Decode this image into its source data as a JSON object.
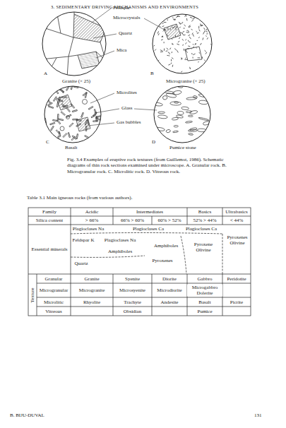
{
  "diagram": {
    "title": "3. SEDIMENTARY DRIVING MECHANISMS AND ENVIRONMENTS",
    "caption": "Fig. 3.4 Examples of eruptive rock textures (from Guillemot, 1986). Schematic diagrams of thin rock sections examined under microscope. A. Granular rock. B. Microgranular rock. C. Microlitic rock. D. Vitreous rock.",
    "labels": [
      "A",
      "Granite (× 25)",
      "Feldspar",
      "Microcrystals",
      "Quartz",
      "Mica",
      "B",
      "Microgranite (× 25)",
      "C",
      "Basalt",
      "Microlites",
      "Glass",
      "Gas bubbles",
      "D",
      "Pumice stone",
      "Table 3.1 Main igneous rocks (from various authors).",
      "Family",
      "Acidic",
      "Intermediates",
      "Basics",
      "Ultrabasics",
      "Silica content",
      "> 66%",
      "66% > 60%",
      "60% > 52%",
      "52% > 44%",
      "< 44%",
      "Essential minerals",
      "Plagioclases Na",
      "Feldspar K",
      "Plagioclases Na",
      "Amphiboles",
      "Quartz",
      "Plagioclases Ca",
      "Amphiboles",
      "Pyroxenes",
      "Plagioclases Ca",
      "Pyroxene Olivine",
      "Pyroxenes Olivine",
      "Texture",
      "Granular",
      "Granite",
      "Syenite",
      "Diorite",
      "Gabbro",
      "Peridotite",
      "Microgranular",
      "Microgranite",
      "Microsyenite",
      "Microdiorite",
      "Microgabbro Dolerite",
      "Microlitic",
      "Rhyolite",
      "Trachyte",
      "Andesite",
      "Basalt",
      "Picrite",
      "Vitreous",
      "Obsidian",
      "Pumice",
      "B. BIJU-DUVAL",
      "131"
    ]
  }
}
